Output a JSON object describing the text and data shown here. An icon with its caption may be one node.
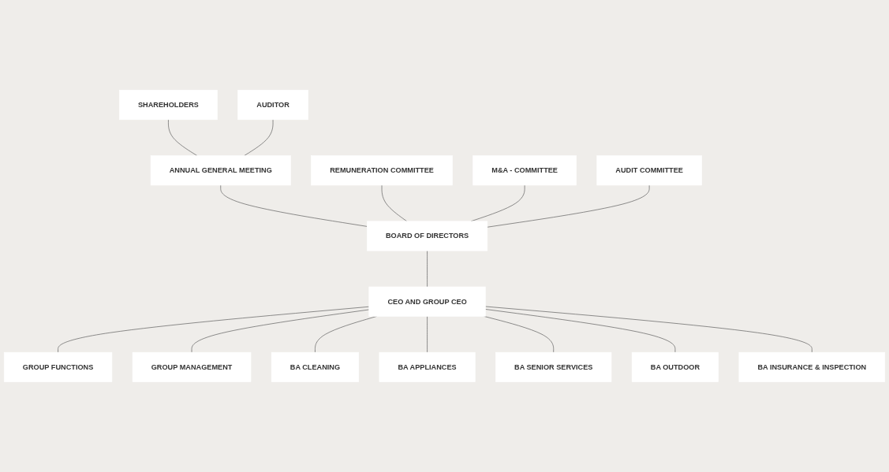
{
  "diagram": {
    "nodes": [
      {
        "text": [
          "SHAREHOLDERS"
        ]
      },
      {
        "text": [
          "AUDITOR"
        ]
      },
      {
        "text": [
          "ANNUAL GENERAL MEETING"
        ]
      },
      {
        "text": [
          "M&A - COMMITTEE"
        ]
      },
      {
        "text": [
          "REMUNERATION COMMITTEE"
        ]
      },
      {
        "text": [
          "BOARD OF DIRECTORS"
        ]
      },
      {
        "text": [
          "AUDIT COMMITTEE"
        ]
      },
      {
        "text": [
          "GROUP FUNCTIONS"
        ]
      },
      {
        "text": [
          "CEO AND GROUP CEO"
        ]
      },
      {
        "text": [
          "GROUP MANAGEMENT"
        ]
      },
      {
        "text": [
          "BA CLEANING"
        ]
      },
      {
        "text": [
          "BA APPLIANCES"
        ]
      },
      {
        "text": [
          "BA SENIOR SERVICES"
        ]
      },
      {
        "text": [
          "BA OUTDOOR"
        ]
      },
      {
        "text": [
          "BA INSURANCE & INSPECTION"
        ]
      }
    ],
    "edges": [
      {
        "from": 0,
        "to": 2,
        "arrow": "none"
      },
      {
        "from": 1,
        "to": 2,
        "arrow": "none"
      },
      {
        "from": 2,
        "to": 5,
        "arrow": "none"
      },
      {
        "from": 4,
        "to": 5,
        "arrow": "none"
      },
      {
        "from": 3,
        "to": 5,
        "arrow": "none"
      },
      {
        "from": 6,
        "to": 5,
        "arrow": "none"
      },
      {
        "from": 5,
        "to": 8,
        "arrow": "none"
      },
      {
        "from": 8,
        "to": 7,
        "arrow": "none"
      },
      {
        "from": 8,
        "to": 9,
        "arrow": "none"
      },
      {
        "from": 8,
        "to": 10,
        "arrow": "none"
      },
      {
        "from": 8,
        "to": 11,
        "arrow": "none"
      },
      {
        "from": 8,
        "to": 12,
        "arrow": "none"
      },
      {
        "from": 8,
        "to": 13,
        "arrow": "none"
      },
      {
        "from": 8,
        "to": 14,
        "arrow": "none"
      }
    ]
  }
}
